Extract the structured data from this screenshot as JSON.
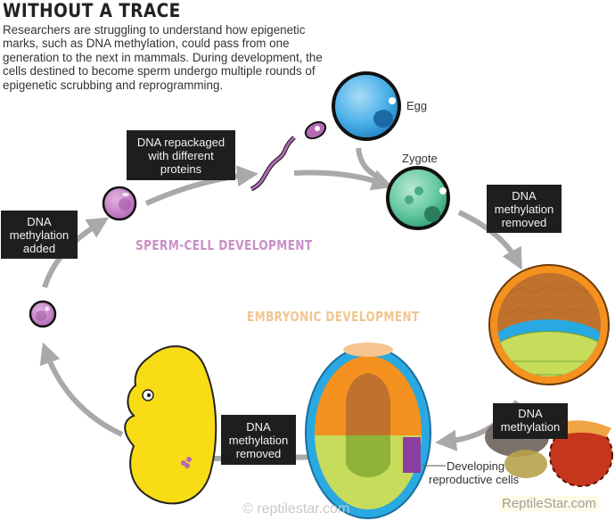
{
  "header": {
    "title": "WITHOUT A TRACE",
    "intro": "Researchers are struggling to understand how epigenetic marks, such as DNA methylation, could pass from one generation to the next in mammals. During development, the cells destined to become sperm undergo multiple rounds of epigenetic scrubbing and reprogramming."
  },
  "phases": {
    "sperm": "SPERM-CELL DEVELOPMENT",
    "embryo": "EMBRYONIC DEVELOPMENT"
  },
  "colors": {
    "sperm_phase": "#c990c6",
    "embryo_phase": "#f0c690",
    "label_bg": "#1e1e1e",
    "arrow": "#a9a9a9",
    "egg": "#3aa6e0",
    "zygote": "#4dbf96",
    "germ_cell": "#b46ab4",
    "fetus": "#f7dc16",
    "orange_cell": "#f5911e",
    "blue_cell": "#29a9e1",
    "green_cell": "#c6dc5a"
  },
  "labels": {
    "repackaged": "DNA repackaged\nwith different\nproteins",
    "methylation_added": "DNA\nmethylation\nadded",
    "methylation_removed_top": "DNA\nmethylation\nremoved",
    "methylation_removed_bottom": "DNA\nmethylation\nremoved",
    "methylation_right_partial": "DNA\nmethylation"
  },
  "stages": {
    "egg": "Egg",
    "zygote": "Zygote",
    "developing_line1": "Developing",
    "developing_line2": "reproductive cells"
  },
  "watermarks": {
    "center": "© reptilestar.com",
    "corner": "ReptileStar.com"
  }
}
